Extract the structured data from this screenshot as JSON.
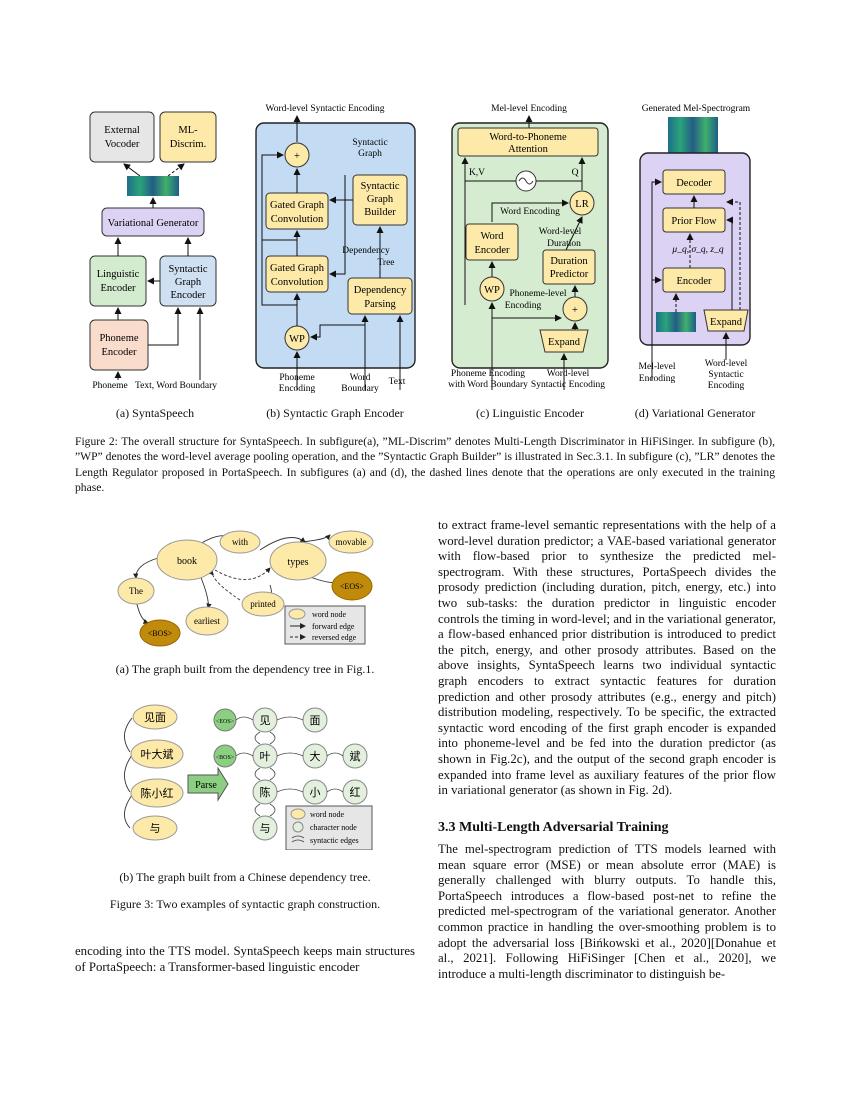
{
  "fig2": {
    "a": {
      "external_vocoder": [
        "External",
        "Vocoder"
      ],
      "ml_discrim": [
        "ML-",
        "Discrim."
      ],
      "variational_generator": "Variational Generator",
      "linguistic_encoder": [
        "Linguistic",
        "Encoder"
      ],
      "syntactic_graph_encoder": [
        "Syntactic",
        "Graph",
        "Encoder"
      ],
      "phoneme_encoder": [
        "Phoneme",
        "Encoder"
      ],
      "input_phoneme": "Phoneme",
      "input_text": "Text, Word Boundary",
      "caption": "(a) SyntaSpeech"
    },
    "b": {
      "output_label": "Word-level Syntactic Encoding",
      "plus": "+",
      "gated_graph_conv": [
        "Gated Graph",
        "Convolution"
      ],
      "syntactic_graph_label": [
        "Syntactic",
        "Graph"
      ],
      "syntactic_graph_builder": [
        "Syntactic",
        "Graph",
        "Builder"
      ],
      "dependency_tree_label": [
        "Dependency",
        "Tree"
      ],
      "dependency_parsing": [
        "Dependency",
        "Parsing"
      ],
      "wp": "WP",
      "input_phoneme": [
        "Phoneme",
        "Encoding"
      ],
      "input_word_boundary": [
        "Word",
        "Boundary"
      ],
      "input_text": "Text",
      "caption": "(b) Syntactic Graph Encoder"
    },
    "c": {
      "output_label": "Mel-level Encoding",
      "attention": [
        "Word-to-Phoneme",
        "Attention"
      ],
      "kv": "K,V",
      "q": "Q",
      "lr": "LR",
      "word_encoding": "Word Encoding",
      "word_level_duration": [
        "Word-level",
        "Duration"
      ],
      "word_encoder": [
        "Word",
        "Encoder"
      ],
      "duration_predictor": [
        "Duration",
        "Predictor"
      ],
      "wp": "WP",
      "phoneme_level_encoding": [
        "Phoneme-level",
        "Encoding"
      ],
      "plus": "+",
      "expand": "Expand",
      "input_left": [
        "Phoneme Encoding",
        "with Word Boundary"
      ],
      "input_right": [
        "Word-level",
        "Syntactic Encoding"
      ],
      "caption": "(c) Linguistic Encoder"
    },
    "d": {
      "output_label": "Generated Mel-Spectrogram",
      "decoder": "Decoder",
      "prior_flow": "Prior Flow",
      "latent_label": "μ_q, σ_q, z_q",
      "encoder": "Encoder",
      "expand": "Expand",
      "input_left": [
        "Mel-level",
        "Encoding"
      ],
      "input_right": [
        "Word-level",
        "Syntactic",
        "Encoding"
      ],
      "caption": "(d) Variational Generator"
    },
    "caption": "Figure 2: The overall structure for SyntaSpeech. In subfigure(a), ”ML-Discrim” denotes Multi-Length Discriminator in HiFiSinger. In subfigure (b), ”WP” denotes the word-level average pooling operation, and the ”Syntactic Graph Builder” is illustrated in Sec.3.1. In subfigure (c), ”LR” denotes the Length Regulator proposed in PortaSpeech. In subfigures (a) and (d), the dashed lines denote that the operations are only executed in the training phase."
  },
  "fig3": {
    "a": {
      "nodes": [
        "book",
        "with",
        "types",
        "movable",
        "The",
        "<EOS>",
        "printed",
        "earliest",
        "<BOS>"
      ],
      "legend": [
        "word node",
        "forward edge",
        "reversed edge"
      ],
      "caption": "(a) The graph built from the dependency tree in Fig.1."
    },
    "b": {
      "words": [
        "见面",
        "叶大斌",
        "陈小红",
        "与"
      ],
      "parse": "Parse",
      "eos": "<EOS>",
      "bos": "<BOS>",
      "chars": [
        "见",
        "面",
        "叶",
        "大",
        "斌",
        "陈",
        "小",
        "红",
        "与"
      ],
      "legend": [
        "word node",
        "character node",
        "syntactic edges"
      ],
      "caption": "(b) The graph built from a Chinese dependency tree."
    },
    "caption": "Figure 3: Two examples of syntactic graph construction."
  },
  "text": {
    "left_bottom": "encoding into the TTS model. SyntaSpeech keeps main structures of PortaSpeech: a Transformer-based linguistic encoder",
    "right_p1": "to extract frame-level semantic representations with the help of a word-level duration predictor; a VAE-based variational generator with flow-based prior to synthesize the predicted mel-spectrogram. With these structures, PortaSpeech divides the prosody prediction (including duration, pitch, energy, etc.) into two sub-tasks: the duration predictor in linguistic encoder controls the timing in word-level; and in the variational generator, a flow-based enhanced prior distribution is introduced to predict the pitch, energy, and other prosody attributes. Based on the above insights, SyntaSpeech learns two individual syntactic graph encoders to extract syntactic features for duration prediction and other prosody attributes (e.g., energy and pitch) distribution modeling, respectively. To be specific, the extracted syntactic word encoding of the first graph encoder is expanded into phoneme-level and be fed into the duration predictor (as shown in Fig.2c), and the output of the second graph encoder is expanded into frame level as auxiliary features of the prior flow in variational generator (as shown in Fig. 2d).",
    "section_heading": "3.3   Multi-Length Adversarial Training",
    "right_p2": "The mel-spectrogram prediction of TTS models learned with mean square error (MSE) or mean absolute error (MAE) is generally challenged with blurry outputs. To handle this, PortaSpeech introduces a flow-based post-net to refine the predicted mel-spectrogram of the variational generator. Another common practice in handling the over-smoothing problem is to adopt the adversarial loss [Bińkowski et al., 2020][Donahue et al., 2021]. Following HiFiSinger [Chen et al., 2020], we introduce a multi-length discriminator to distinguish be-"
  }
}
